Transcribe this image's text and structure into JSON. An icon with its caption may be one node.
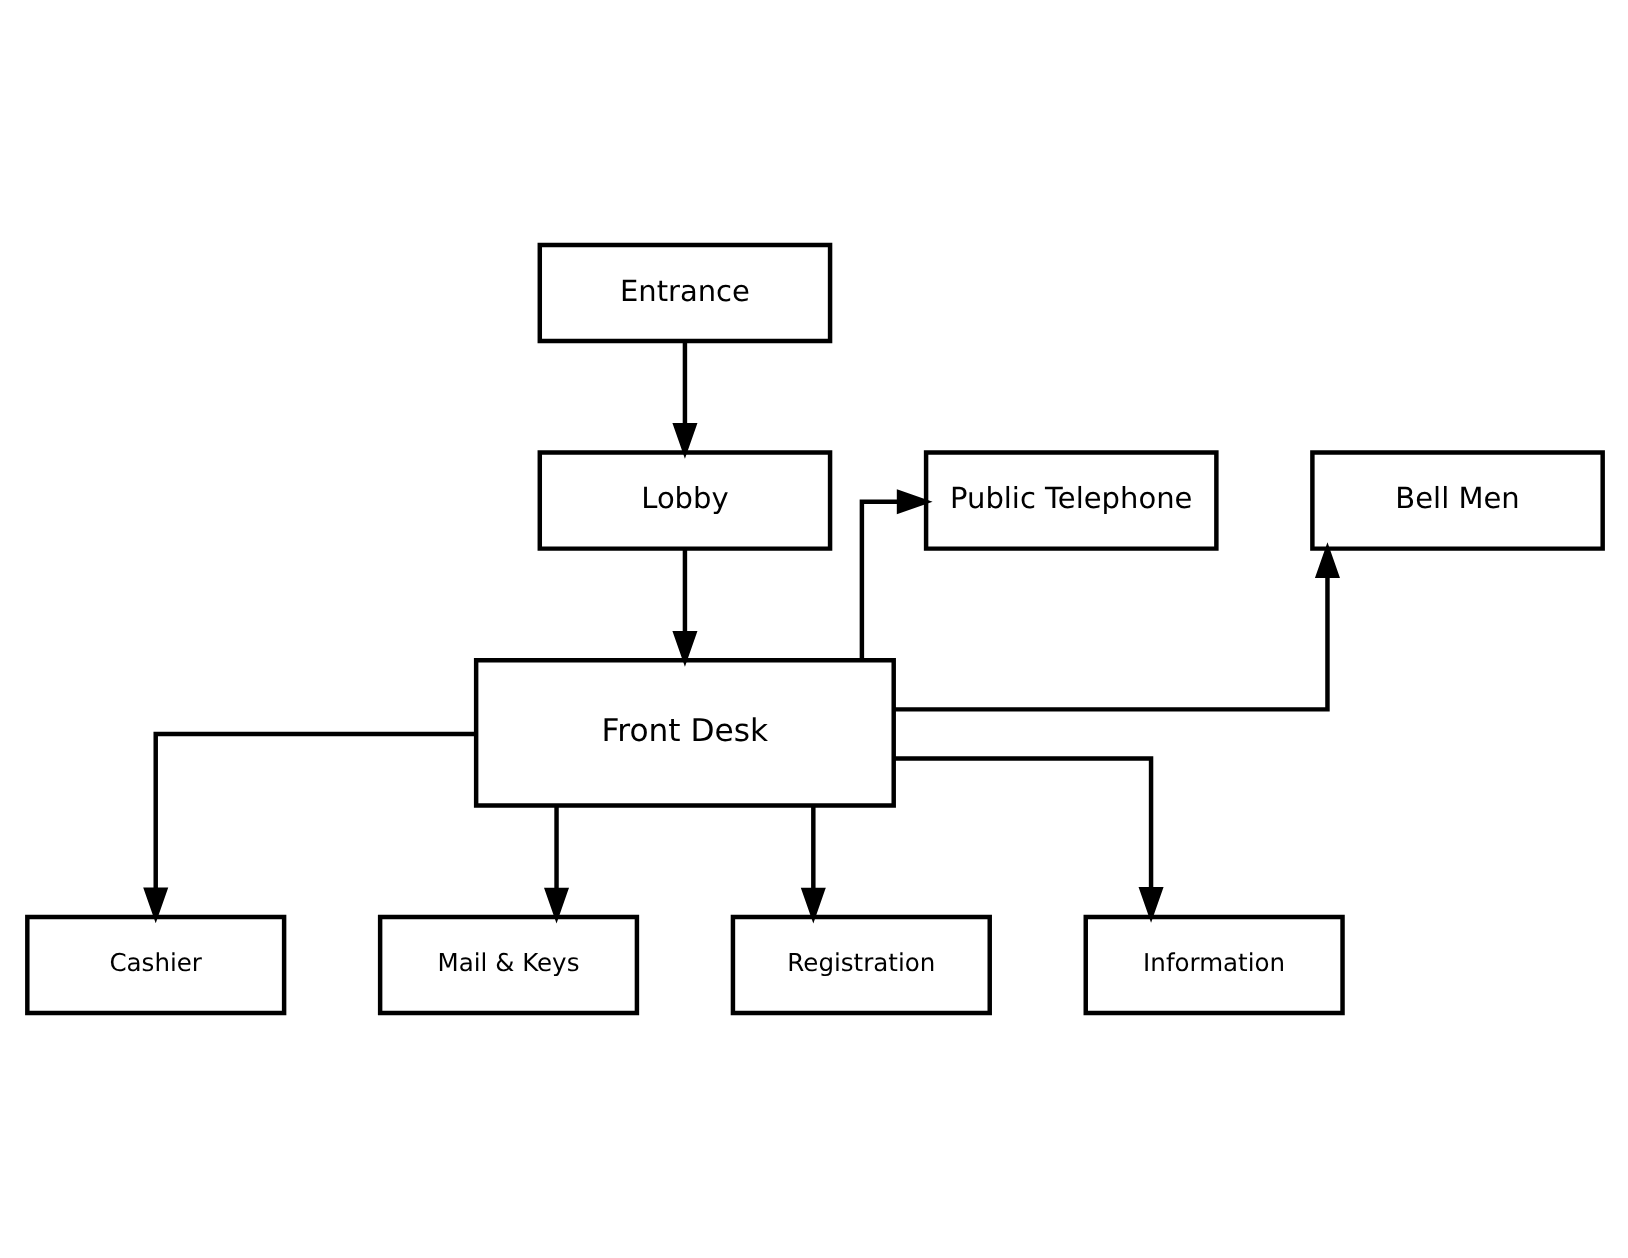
{
  "diagram": {
    "nodes": [
      {
        "text": [
          "Entrance"
        ]
      },
      {
        "text": [
          "Public Telephone"
        ]
      },
      {
        "text": [
          "Lobby"
        ]
      },
      {
        "text": [
          "Bell Men"
        ]
      },
      {
        "text": [
          "Front Desk"
        ]
      },
      {
        "text": [
          "Cashier"
        ]
      },
      {
        "text": [
          "Mail & Keys"
        ]
      },
      {
        "text": [
          "Registration"
        ]
      },
      {
        "text": [
          "Information"
        ]
      }
    ],
    "edges": [
      {
        "from": 0,
        "to": 2,
        "arrow": "to"
      },
      {
        "from": 2,
        "to": 4,
        "arrow": "to"
      },
      {
        "from": 4,
        "to": 1,
        "arrow": "to"
      },
      {
        "from": 4,
        "to": 3,
        "arrow": "to"
      },
      {
        "from": 4,
        "to": 5,
        "arrow": "to"
      },
      {
        "from": 4,
        "to": 6,
        "arrow": "to"
      },
      {
        "from": 4,
        "to": 7,
        "arrow": "to"
      },
      {
        "from": 4,
        "to": 8,
        "arrow": "to"
      }
    ]
  }
}
